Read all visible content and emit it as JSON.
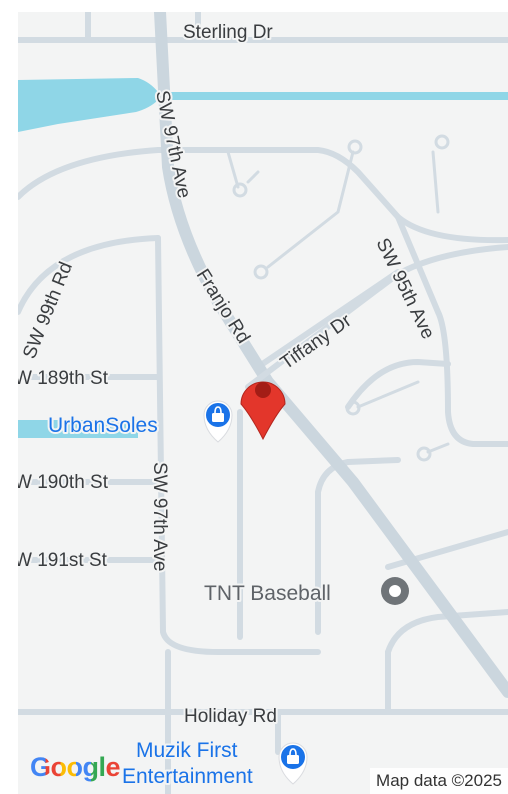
{
  "roads": {
    "sterling": "Sterling Dr",
    "sw97_north": "SW 97th Ave",
    "sw99": "SW 99th Rd",
    "franjo": "Franjo Rd",
    "tiffany": "Tiffany Dr",
    "sw95": "SW 95th Ave",
    "sw189": "W 189th St",
    "sw190": "W 190th St",
    "sw191": "W 191st St",
    "sw97_south": "SW 97th Ave",
    "holiday": "Holiday Rd"
  },
  "pois": {
    "urbansoles": "UrbanSoles",
    "tnt": "TNT Baseball",
    "muzik_line1": "Muzik First",
    "muzik_line2": "Entertainment"
  },
  "branding": {
    "logo": "Google",
    "attribution": "Map data ©2025"
  },
  "colors": {
    "pin": "#e3362b",
    "poi_shopping": "#1a73e8",
    "poi_gray": "#6f7478",
    "water": "#8fd6e7"
  },
  "icons": {
    "pin": "location-pin-icon",
    "shopping": "shopping-bag-icon",
    "generic": "place-dot-icon"
  }
}
